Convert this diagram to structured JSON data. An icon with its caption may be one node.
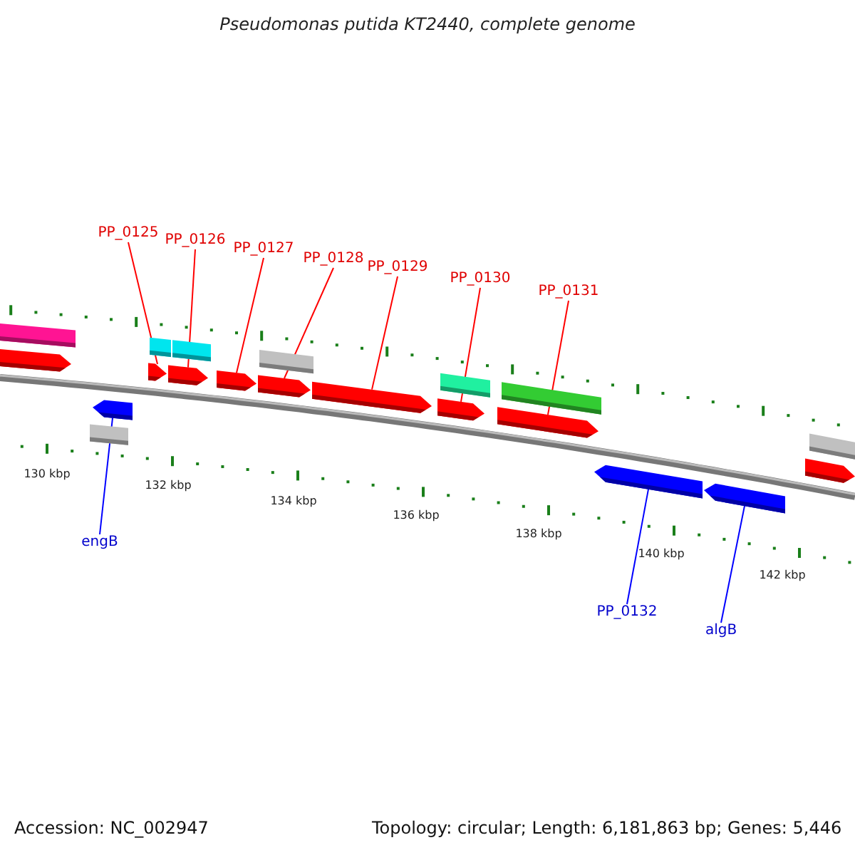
{
  "diagram": {
    "title": "Pseudomonas putida KT2440, complete genome",
    "nodes": [
      {
        "text": [
          "PP_0125"
        ]
      },
      {
        "text": [
          "PP_0126"
        ]
      },
      {
        "text": [
          "PP_0127"
        ]
      },
      {
        "text": [
          "PP_0128"
        ]
      },
      {
        "text": [
          "PP_0129"
        ]
      },
      {
        "text": [
          "PP_0130"
        ]
      },
      {
        "text": [
          "PP_0131"
        ]
      },
      {
        "text": [
          "engB"
        ]
      },
      {
        "text": [
          "PP_0132"
        ]
      },
      {
        "text": [
          "algB"
        ]
      },
      {
        "text": [],
        "shape": "box"
      },
      {
        "text": [],
        "shape": "box"
      },
      {
        "text": [],
        "shape": "box"
      },
      {
        "text": [],
        "shape": "box"
      },
      {
        "text": [],
        "shape": "box"
      },
      {
        "text": [],
        "shape": "box"
      },
      {
        "text": [],
        "shape": "box"
      },
      {
        "text": [],
        "shape": "arrow"
      },
      {
        "text": [],
        "shape": "arrow"
      },
      {
        "text": [],
        "shape": "arrow"
      },
      {
        "text": [],
        "shape": "arrow"
      },
      {
        "text": [],
        "shape": "arrow"
      },
      {
        "text": [],
        "shape": "arrow"
      },
      {
        "text": [],
        "shape": "arrow"
      },
      {
        "text": [],
        "shape": "arrow"
      },
      {
        "text": [],
        "shape": "arrow"
      },
      {
        "text": [],
        "shape": "arrow"
      },
      {
        "text": [],
        "shape": "arrow"
      },
      {
        "text": [],
        "shape": "arrow"
      },
      {
        "text": [],
        "shape": "box"
      }
    ],
    "edges": [
      {
        "from": 0,
        "to": 18,
        "arrow": "none"
      },
      {
        "from": 1,
        "to": 19,
        "arrow": "none"
      },
      {
        "from": 2,
        "to": 20,
        "arrow": "none"
      },
      {
        "from": 3,
        "to": 21,
        "arrow": "none"
      },
      {
        "from": 4,
        "to": 22,
        "arrow": "none"
      },
      {
        "from": 5,
        "to": 23,
        "arrow": "none"
      },
      {
        "from": 6,
        "to": 24,
        "arrow": "none"
      },
      {
        "from": 7,
        "to": 26,
        "arrow": "none",
        "color": "#0000ff"
      },
      {
        "from": 8,
        "to": 27,
        "arrow": "none",
        "color": "#0000ff"
      },
      {
        "from": 9,
        "to": 28,
        "arrow": "none",
        "color": "#0000ff"
      }
    ],
    "labels": [
      "130 kbp",
      "132 kbp",
      "134 kbp",
      "136 kbp",
      "138 kbp",
      "140 kbp",
      "142 kbp",
      "Accession: NC_002947",
      "Topology: circular; Length: 6,181,863 bp; Genes: 5,446"
    ]
  }
}
